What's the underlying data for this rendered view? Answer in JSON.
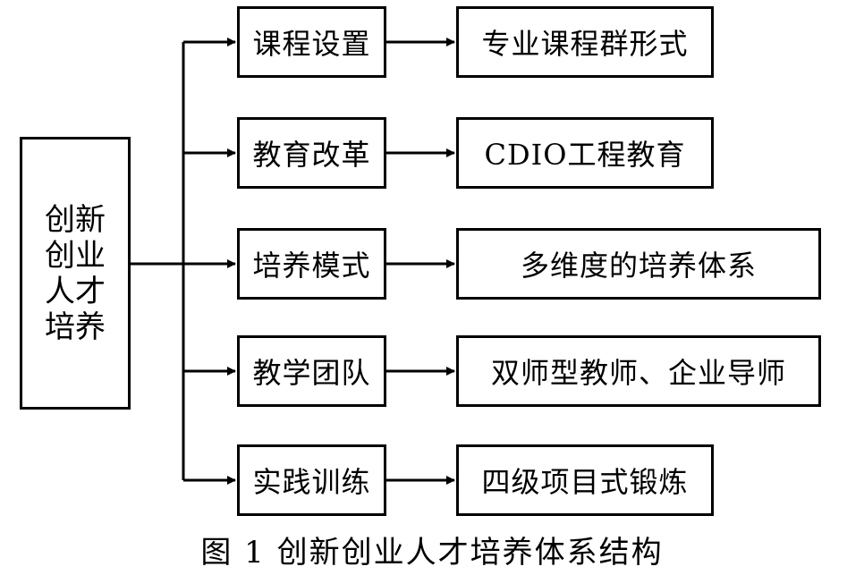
{
  "root": {
    "lines": [
      "创新",
      "创业",
      "人才",
      "培养"
    ]
  },
  "branches": [
    {
      "label": "课程设置",
      "detail": "专业课程群形式"
    },
    {
      "label": "教育改革",
      "detail": "CDIO工程教育"
    },
    {
      "label": "培养模式",
      "detail": "多维度的培养体系"
    },
    {
      "label": "教学团队",
      "detail": "双师型教师、企业导师"
    },
    {
      "label": "实践训练",
      "detail": "四级项目式锻炼"
    }
  ],
  "caption": "图 1  创新创业人才培养体系结构"
}
